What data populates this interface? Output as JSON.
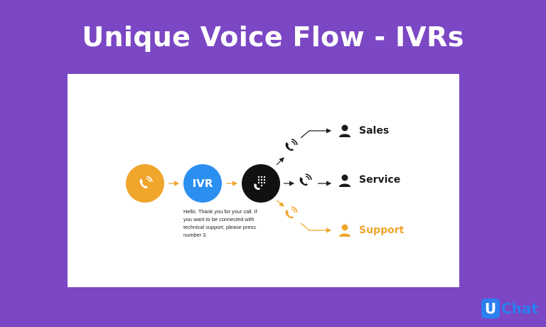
{
  "page": {
    "title": "Unique Voice Flow - IVRs",
    "background_color": "#7b47c4"
  },
  "diagram": {
    "nodes": {
      "incoming_call": {
        "icon": "phone-ringing-icon",
        "color": "#f0a52b"
      },
      "ivr": {
        "label": "IVR",
        "color": "#2b8ff0"
      },
      "keypad": {
        "icon": "keypad-phone-icon",
        "color": "#111111"
      }
    },
    "message": "Hello. Thank you for your call. If you want to be connected with technical support, please press number 3.",
    "destinations": [
      {
        "label": "Sales",
        "icon": "person-icon",
        "color": "#1a1a1a"
      },
      {
        "label": "Service",
        "icon": "person-icon",
        "color": "#1a1a1a"
      },
      {
        "label": "Support",
        "icon": "person-icon",
        "color": "#f0a52b"
      }
    ],
    "highlight_color": "#f0a52b"
  },
  "logo": {
    "mark": "U",
    "text": "Chat",
    "color": "#2b7ff0"
  }
}
